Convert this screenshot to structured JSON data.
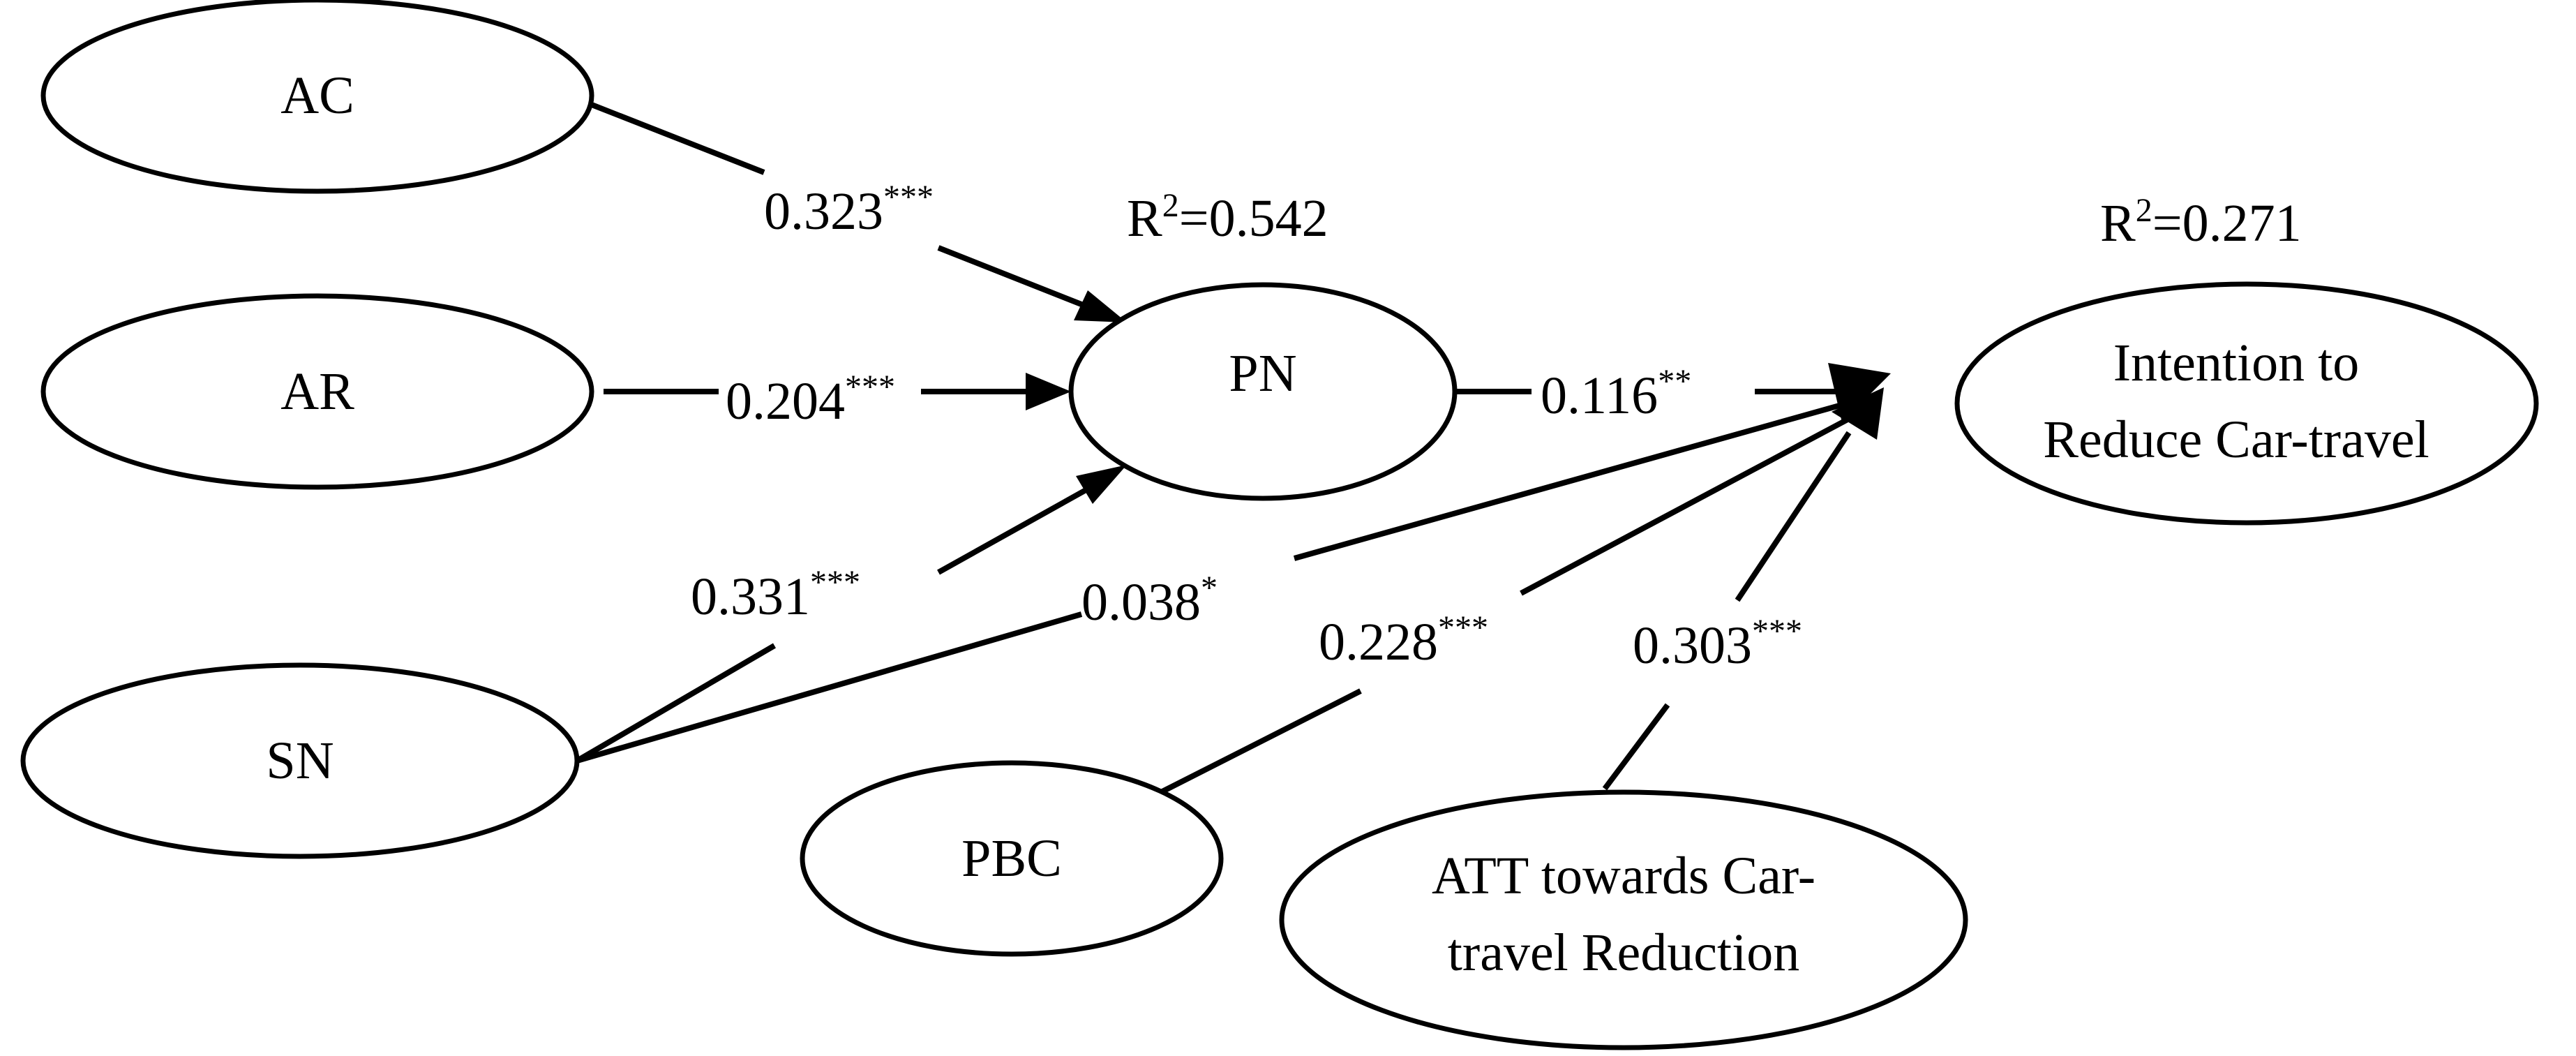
{
  "nodes": {
    "ac": {
      "label": "AC"
    },
    "ar": {
      "label": "AR"
    },
    "sn": {
      "label": "SN"
    },
    "pbc": {
      "label": "PBC"
    },
    "pn": {
      "label": "PN"
    },
    "itr": {
      "label_line1": "Intention to",
      "label_line2": "Reduce Car-travel"
    },
    "att": {
      "label_line1": "ATT towards Car-",
      "label_line2": "travel Reduction"
    }
  },
  "r2": {
    "pn": {
      "prefix": "R",
      "sup": "2",
      "value": "=0.542"
    },
    "itr": {
      "prefix": "R",
      "sup": "2",
      "value": "=0.271"
    }
  },
  "paths": {
    "ac_pn": {
      "coef": "0.323",
      "stars": "***"
    },
    "ar_pn": {
      "coef": "0.204",
      "stars": "***"
    },
    "sn_pn": {
      "coef": "0.331",
      "stars": "***"
    },
    "sn_itr": {
      "coef": "0.038",
      "stars": "*"
    },
    "pn_itr": {
      "coef": "0.116",
      "stars": "**"
    },
    "pbc_itr": {
      "coef": "0.228",
      "stars": "***"
    },
    "att_itr": {
      "coef": "0.303",
      "stars": "***"
    }
  },
  "colors": {
    "stroke": "#000000",
    "background": "#ffffff"
  }
}
